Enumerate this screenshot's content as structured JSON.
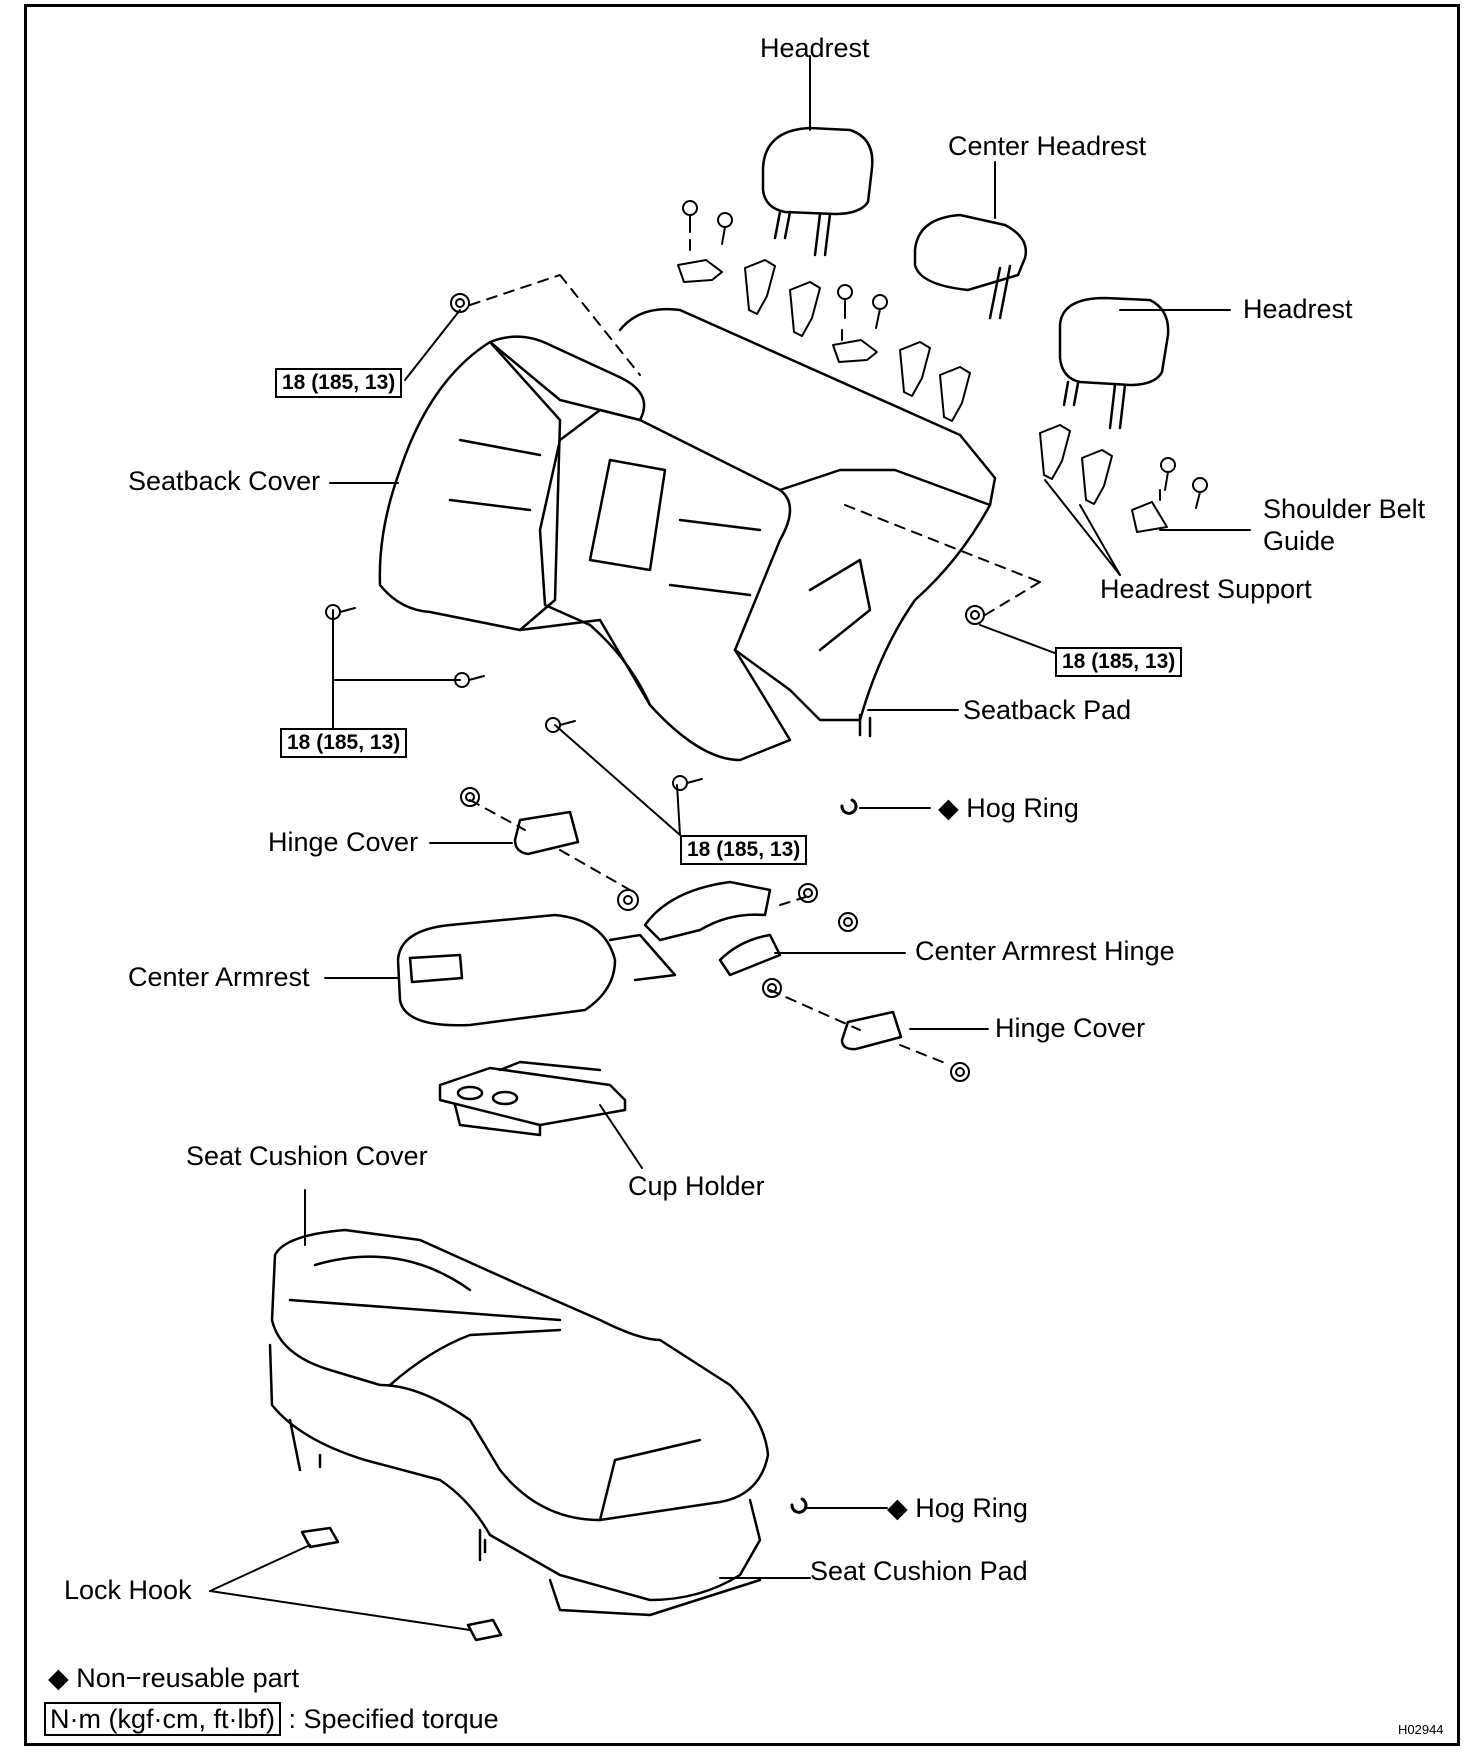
{
  "labels": {
    "headrest_left": "Headrest",
    "center_headrest": "Center Headrest",
    "headrest_right": "Headrest",
    "shoulder_belt_guide_line1": "Shoulder Belt",
    "shoulder_belt_guide_line2": "Guide",
    "headrest_support": "Headrest Support",
    "seatback_cover": "Seatback Cover",
    "seatback_pad": "Seatback Pad",
    "hog_ring_upper": "Hog Ring",
    "hinge_cover_left": "Hinge Cover",
    "center_armrest_hinge": "Center Armrest Hinge",
    "center_armrest": "Center Armrest",
    "hinge_cover_right": "Hinge Cover",
    "seat_cushion_cover": "Seat Cushion Cover",
    "cup_holder": "Cup Holder",
    "hog_ring_lower": "Hog Ring",
    "seat_cushion_pad": "Seat Cushion Pad",
    "lock_hook": "Lock Hook"
  },
  "torque": {
    "t1": "18 (185, 13)",
    "t2": "18 (185, 13)",
    "t3": "18 (185, 13)",
    "t4": "18 (185, 13)"
  },
  "legend": {
    "non_reusable_symbol": "◆",
    "non_reusable_text": "Non−reusable part",
    "torque_unit": "N·m (kgf·cm, ft·lbf)",
    "torque_text": ": Specified torque"
  },
  "diamond": "◆",
  "figure_code": "H02944"
}
